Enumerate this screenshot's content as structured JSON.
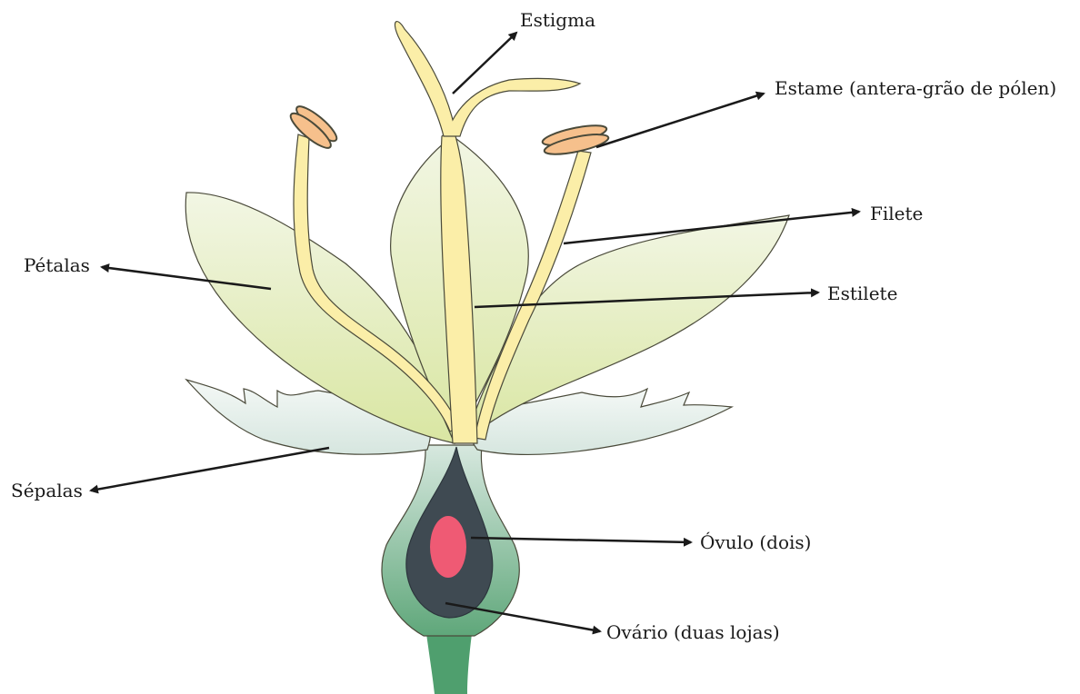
{
  "labels": {
    "estigma": "Estigma",
    "estame": "Estame (antera-grão de pólen)",
    "filete": "Filete",
    "petalas": "Pétalas",
    "estilete": "Estilete",
    "sepalas": "Sépalas",
    "ovulo": "Óvulo (dois)",
    "ovario": "Ovário (duas lojas)"
  },
  "colors": {
    "petal_top": "#f2f6e4",
    "petal_bottom": "#d9e6a2",
    "sepal_top": "#f4f8f6",
    "sepal_bottom": "#d6e6df",
    "stamen": "#fbeea8",
    "anther": "#f6c08c",
    "ovary_outer_top": "#d7e8df",
    "ovary_outer_bottom": "#5fa77a",
    "ovary_inner": "#3f4a52",
    "ovule": "#ef5a74",
    "stem": "#4f9f6e",
    "outline": "#4a4a3a",
    "arrow": "#1a1a1a"
  }
}
